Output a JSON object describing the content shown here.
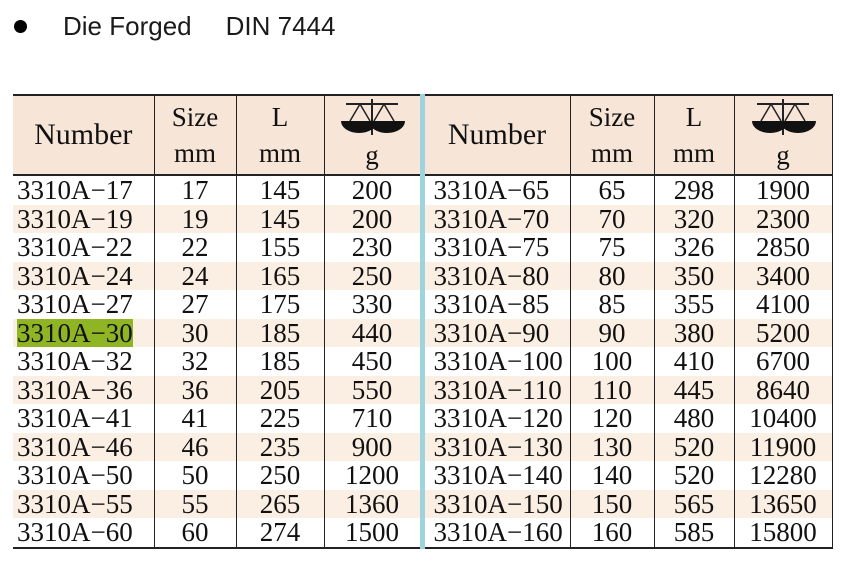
{
  "heading": {
    "title": "Die Forged",
    "standard": "DIN 7444"
  },
  "table": {
    "headers": {
      "number": "Number",
      "size_line1": "Size",
      "size_line2": "mm",
      "length_line1": "L",
      "length_line2": "mm",
      "weight_icon": "balance-scale-icon",
      "weight_unit": "g"
    },
    "highlight_color": "#8fb524",
    "header_bg": "#f7e6d7",
    "divider_color": "#9fd4df",
    "left_rows": [
      {
        "number": "3310A−17",
        "size": "17",
        "length": "145",
        "weight": "200"
      },
      {
        "number": "3310A−19",
        "size": "19",
        "length": "145",
        "weight": "200"
      },
      {
        "number": "3310A−22",
        "size": "22",
        "length": "155",
        "weight": "230"
      },
      {
        "number": "3310A−24",
        "size": "24",
        "length": "165",
        "weight": "250"
      },
      {
        "number": "3310A−27",
        "size": "27",
        "length": "175",
        "weight": "330"
      },
      {
        "number": "3310A−30",
        "size": "30",
        "length": "185",
        "weight": "440",
        "highlighted": true
      },
      {
        "number": "3310A−32",
        "size": "32",
        "length": "185",
        "weight": "450"
      },
      {
        "number": "3310A−36",
        "size": "36",
        "length": "205",
        "weight": "550"
      },
      {
        "number": "3310A−41",
        "size": "41",
        "length": "225",
        "weight": "710"
      },
      {
        "number": "3310A−46",
        "size": "46",
        "length": "235",
        "weight": "900"
      },
      {
        "number": "3310A−50",
        "size": "50",
        "length": "250",
        "weight": "1200"
      },
      {
        "number": "3310A−55",
        "size": "55",
        "length": "265",
        "weight": "1360"
      },
      {
        "number": "3310A−60",
        "size": "60",
        "length": "274",
        "weight": "1500"
      }
    ],
    "right_rows": [
      {
        "number": "3310A−65",
        "size": "65",
        "length": "298",
        "weight": "1900"
      },
      {
        "number": "3310A−70",
        "size": "70",
        "length": "320",
        "weight": "2300"
      },
      {
        "number": "3310A−75",
        "size": "75",
        "length": "326",
        "weight": "2850"
      },
      {
        "number": "3310A−80",
        "size": "80",
        "length": "350",
        "weight": "3400"
      },
      {
        "number": "3310A−85",
        "size": "85",
        "length": "355",
        "weight": "4100"
      },
      {
        "number": "3310A−90",
        "size": "90",
        "length": "380",
        "weight": "5200"
      },
      {
        "number": "3310A−100",
        "size": "100",
        "length": "410",
        "weight": "6700"
      },
      {
        "number": "3310A−110",
        "size": "110",
        "length": "445",
        "weight": "8640"
      },
      {
        "number": "3310A−120",
        "size": "120",
        "length": "480",
        "weight": "10400"
      },
      {
        "number": "3310A−130",
        "size": "130",
        "length": "520",
        "weight": "11900"
      },
      {
        "number": "3310A−140",
        "size": "140",
        "length": "520",
        "weight": "12280"
      },
      {
        "number": "3310A−150",
        "size": "150",
        "length": "565",
        "weight": "13650"
      },
      {
        "number": "3310A−160",
        "size": "160",
        "length": "585",
        "weight": "15800"
      }
    ]
  }
}
